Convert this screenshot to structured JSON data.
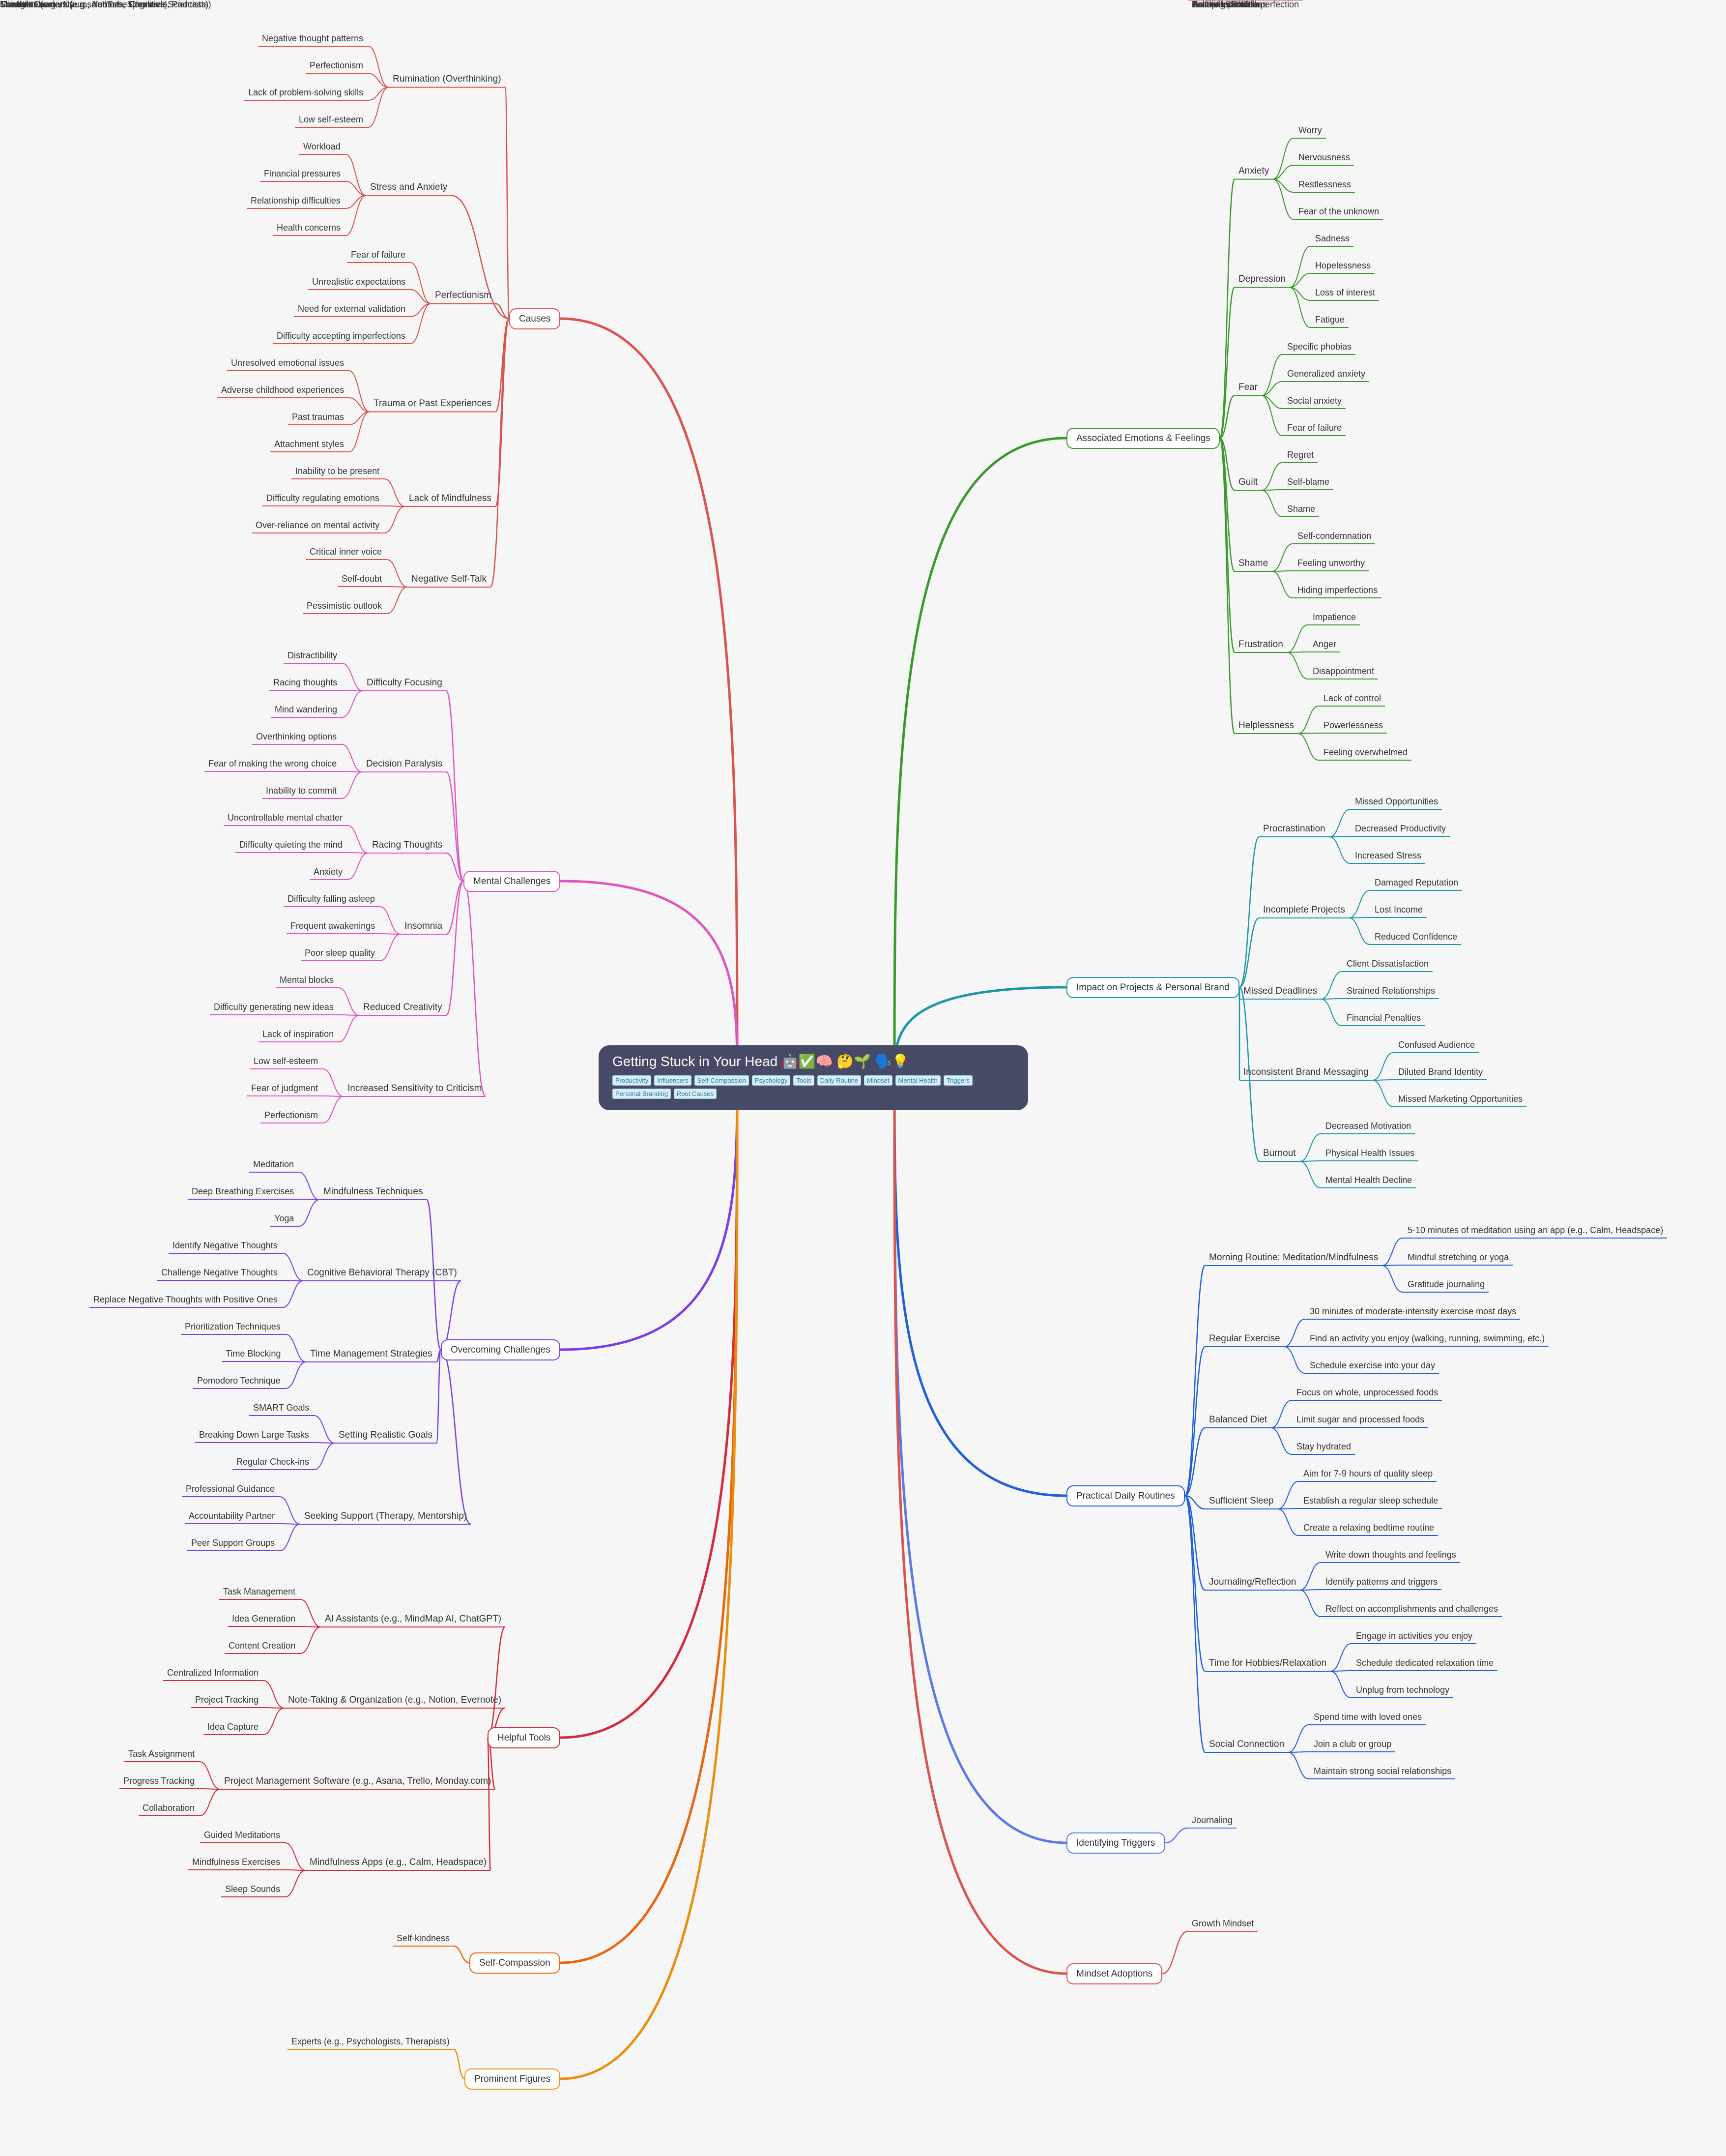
{
  "root": {
    "title": "Getting Stuck in Your Head 🤖✅🧠 🤔🌱 🗣️💡",
    "tags": [
      "Productivity",
      "Influencers",
      "Self-Compassion",
      "Psychology",
      "Tools",
      "Daily Routine",
      "Mindset",
      "Mental Health",
      "Triggers",
      "Personal Branding",
      "Root Causes"
    ]
  },
  "branches": [
    {
      "label": "Causes",
      "color": "#d9534f",
      "side": "left",
      "children": [
        {
          "label": "Rumination (Overthinking)",
          "children": [
            "Negative thought patterns",
            "Perfectionism",
            "Lack of problem-solving skills",
            "Low self-esteem"
          ]
        },
        {
          "label": "Stress and Anxiety",
          "children": [
            "Workload",
            "Financial pressures",
            "Relationship difficulties",
            "Health concerns"
          ]
        },
        {
          "label": "Perfectionism",
          "children": [
            "Fear of failure",
            "Unrealistic expectations",
            "Need for external validation",
            "Difficulty accepting imperfections"
          ]
        },
        {
          "label": "Trauma or Past Experiences",
          "children": [
            "Unresolved emotional issues",
            "Adverse childhood experiences",
            "Past traumas",
            "Attachment styles"
          ]
        },
        {
          "label": "Lack of Mindfulness",
          "children": [
            "Inability to be present",
            "Difficulty regulating emotions",
            "Over-reliance on mental activity"
          ]
        },
        {
          "label": "Negative Self-Talk",
          "children": [
            "Critical inner voice",
            "Self-doubt",
            "Pessimistic outlook"
          ]
        }
      ]
    },
    {
      "label": "Mental Challenges",
      "color": "#e055c0",
      "side": "left",
      "children": [
        {
          "label": "Difficulty Focusing",
          "children": [
            "Distractibility",
            "Racing thoughts",
            "Mind wandering"
          ]
        },
        {
          "label": "Decision Paralysis",
          "children": [
            "Overthinking options",
            "Fear of making the wrong choice",
            "Inability to commit"
          ]
        },
        {
          "label": "Racing Thoughts",
          "children": [
            "Uncontrollable mental chatter",
            "Difficulty quieting the mind",
            "Anxiety"
          ]
        },
        {
          "label": "Insomnia",
          "children": [
            "Difficulty falling asleep",
            "Frequent awakenings",
            "Poor sleep quality"
          ]
        },
        {
          "label": "Reduced Creativity",
          "children": [
            "Mental blocks",
            "Difficulty generating new ideas",
            "Lack of inspiration"
          ]
        },
        {
          "label": "Increased Sensitivity to Criticism",
          "children": [
            "Low self-esteem",
            "Fear of judgment",
            "Perfectionism"
          ]
        }
      ]
    },
    {
      "label": "Overcoming Challenges",
      "color": "#7b3fe4",
      "side": "left",
      "children": [
        {
          "label": "Mindfulness Techniques",
          "children": [
            "Meditation",
            "Deep Breathing Exercises",
            "Yoga"
          ]
        },
        {
          "label": "Cognitive Behavioral Therapy (CBT)",
          "children": [
            "Identify Negative Thoughts",
            "Challenge Negative Thoughts",
            "Replace Negative Thoughts with Positive Ones"
          ]
        },
        {
          "label": "Time Management Strategies",
          "children": [
            "Prioritization Techniques",
            "Time Blocking",
            "Pomodoro Technique"
          ]
        },
        {
          "label": "Setting Realistic Goals",
          "children": [
            "SMART Goals",
            "Breaking Down Large Tasks",
            "Regular Check-ins"
          ]
        },
        {
          "label": "Seeking Support (Therapy, Mentorship)",
          "children": [
            "Professional Guidance",
            "Accountability Partner",
            "Peer Support Groups"
          ]
        }
      ]
    },
    {
      "label": "Helpful Tools",
      "color": "#d42c3c",
      "side": "left",
      "children": [
        {
          "label": "AI Assistants (e.g., MindMap AI, ChatGPT)",
          "children": [
            "Task Management",
            "Idea Generation",
            "Content Creation"
          ]
        },
        {
          "label": "Note-Taking & Organization (e.g., Notion, Evernote)",
          "children": [
            "Centralized Information",
            "Project Tracking",
            "Idea Capture"
          ]
        },
        {
          "label": "Project Management Software (e.g., Asana, Trello, Monday.com)",
          "children": [
            "Task Assignment",
            "Progress Tracking",
            "Collaboration"
          ]
        },
        {
          "label": "Mindfulness Apps (e.g., Calm, Headspace)",
          "children": [
            "Guided Meditations",
            "Mindfulness Exercises",
            "Sleep Sounds"
          ]
        }
      ]
    },
    {
      "label": "Self-Compassion",
      "color": "#e8660e",
      "side": "left",
      "children": [
        {
          "label": "Self-kindness",
          "children": []
        },
        {
          "label": "Common humanity",
          "children": []
        },
        {
          "label": "Mindfulness",
          "children": []
        }
      ]
    },
    {
      "label": "Prominent Figures",
      "color": "#e8900e",
      "side": "left",
      "children": [
        {
          "label": "Experts (e.g., Psychologists, Therapists)",
          "children": []
        },
        {
          "label": "Scientists (e.g., Neuroscientists, Cognitive Scientists)",
          "children": []
        },
        {
          "label": "Content Creators (e.g., YouTube Channels, Podcasts)",
          "children": []
        },
        {
          "label": "Thought Leaders (e.g., Authors, Speakers)",
          "children": []
        }
      ]
    },
    {
      "label": "Associated Emotions & Feelings",
      "color": "#3a9a2c",
      "side": "right",
      "children": [
        {
          "label": "Anxiety",
          "children": [
            "Worry",
            "Nervousness",
            "Restlessness",
            "Fear of the unknown"
          ]
        },
        {
          "label": "Depression",
          "children": [
            "Sadness",
            "Hopelessness",
            "Loss of interest",
            "Fatigue"
          ]
        },
        {
          "label": "Fear",
          "children": [
            "Specific phobias",
            "Generalized anxiety",
            "Social anxiety",
            "Fear of failure"
          ]
        },
        {
          "label": "Guilt",
          "children": [
            "Regret",
            "Self-blame",
            "Shame"
          ]
        },
        {
          "label": "Shame",
          "children": [
            "Self-condemnation",
            "Feeling unworthy",
            "Hiding imperfections"
          ]
        },
        {
          "label": "Frustration",
          "children": [
            "Impatience",
            "Anger",
            "Disappointment"
          ]
        },
        {
          "label": "Helplessness",
          "children": [
            "Lack of control",
            "Powerlessness",
            "Feeling overwhelmed"
          ]
        }
      ]
    },
    {
      "label": "Impact on Projects & Personal Brand",
      "color": "#1e96a8",
      "side": "right",
      "children": [
        {
          "label": "Procrastination",
          "children": [
            "Missed Opportunities",
            "Decreased Productivity",
            "Increased Stress"
          ]
        },
        {
          "label": "Incomplete Projects",
          "children": [
            "Damaged Reputation",
            "Lost Income",
            "Reduced Confidence"
          ]
        },
        {
          "label": "Missed Deadlines",
          "children": [
            "Client Dissatisfaction",
            "Strained Relationships",
            "Financial Penalties"
          ]
        },
        {
          "label": "Inconsistent Brand Messaging",
          "children": [
            "Confused Audience",
            "Diluted Brand Identity",
            "Missed Marketing Opportunities"
          ]
        },
        {
          "label": "Burnout",
          "children": [
            "Decreased Motivation",
            "Physical Health Issues",
            "Mental Health Decline"
          ]
        }
      ]
    },
    {
      "label": "Practical Daily Routines",
      "color": "#2060d8",
      "side": "right",
      "children": [
        {
          "label": "Morning Routine: Meditation/Mindfulness",
          "children": [
            "5-10 minutes of meditation using an app (e.g., Calm, Headspace)",
            "Mindful stretching or yoga",
            "Gratitude journaling"
          ]
        },
        {
          "label": "Regular Exercise",
          "children": [
            "30 minutes of moderate-intensity exercise most days",
            "Find an activity you enjoy (walking, running, swimming, etc.)",
            "Schedule exercise into your day"
          ]
        },
        {
          "label": "Balanced Diet",
          "children": [
            "Focus on whole, unprocessed foods",
            "Limit sugar and processed foods",
            "Stay hydrated"
          ]
        },
        {
          "label": "Sufficient Sleep",
          "children": [
            "Aim for 7-9 hours of quality sleep",
            "Establish a regular sleep schedule",
            "Create a relaxing bedtime routine"
          ]
        },
        {
          "label": "Journaling/Reflection",
          "children": [
            "Write down thoughts and feelings",
            "Identify patterns and triggers",
            "Reflect on accomplishments and challenges"
          ]
        },
        {
          "label": "Time for Hobbies/Relaxation",
          "children": [
            "Engage in activities you enjoy",
            "Schedule dedicated relaxation time",
            "Unplug from technology"
          ]
        },
        {
          "label": "Social Connection",
          "children": [
            "Spend time with loved ones",
            "Join a club or group",
            "Maintain strong social relationships"
          ]
        }
      ]
    },
    {
      "label": "Identifying Triggers",
      "color": "#5a7ae8",
      "side": "right",
      "children": [
        {
          "label": "Journaling",
          "children": []
        },
        {
          "label": "Self-reflection",
          "children": []
        },
        {
          "label": "Tracking patterns",
          "children": []
        }
      ]
    },
    {
      "label": "Mindset Adoptions",
      "color": "#d9534f",
      "side": "right",
      "children": [
        {
          "label": "Growth Mindset",
          "children": []
        },
        {
          "label": "Positive Self-Talk",
          "children": []
        },
        {
          "label": "Focus on Solutions",
          "children": []
        },
        {
          "label": "Acceptance of Imperfection",
          "children": []
        },
        {
          "label": "Gratitude Practice",
          "children": []
        }
      ]
    }
  ]
}
